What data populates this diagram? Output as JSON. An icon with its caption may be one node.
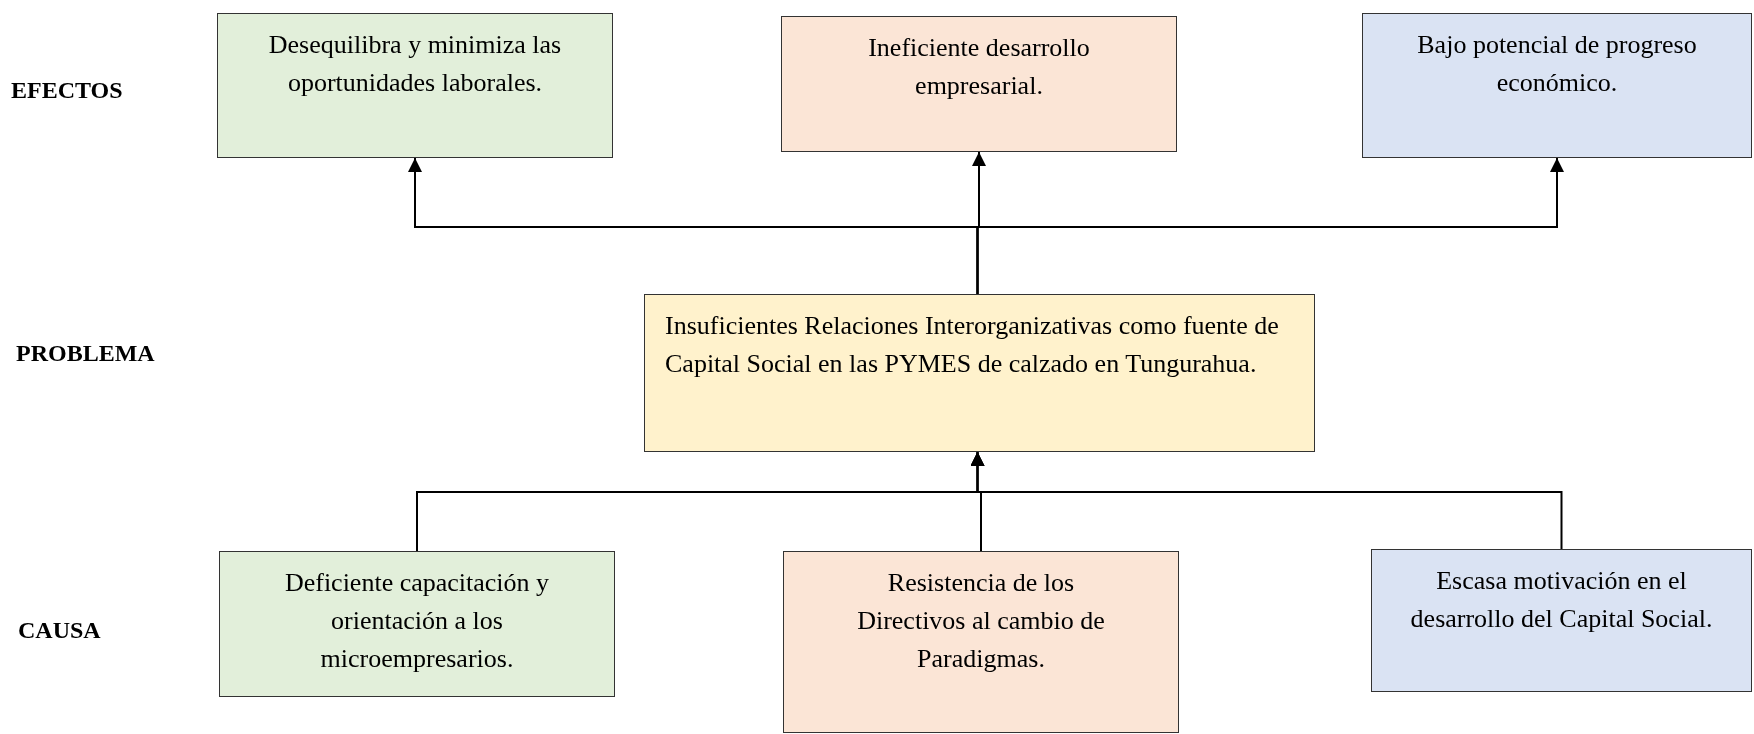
{
  "diagram": {
    "nodes": [
      {
        "text": [
          "Desequilibra y minimiza las oportunidades laborales."
        ]
      },
      {
        "text": [
          "Ineficiente desarrollo empresarial."
        ]
      },
      {
        "text": [
          "Bajo potencial de progreso económico."
        ]
      },
      {
        "text": [
          "Insuficientes Relaciones Interorganizativas como fuente de Capital Social en las PYMES de calzado en Tungurahua."
        ]
      },
      {
        "text": [
          "Deficiente capacitación y orientación a los microempresarios."
        ]
      },
      {
        "text": [
          "Resistencia de los Directivos al cambio de Paradigmas."
        ]
      },
      {
        "text": [
          "Escasa motivación en el desarrollo del Capital Social."
        ]
      }
    ],
    "edges": [
      {
        "from": 3,
        "to": 0,
        "arrow": "to"
      },
      {
        "from": 3,
        "to": 1,
        "arrow": "to"
      },
      {
        "from": 3,
        "to": 2,
        "arrow": "to"
      },
      {
        "from": 4,
        "to": 3,
        "arrow": "to"
      },
      {
        "from": 5,
        "to": 3,
        "arrow": "to"
      },
      {
        "from": 6,
        "to": 3,
        "arrow": "to"
      }
    ],
    "labels": [
      "EFECTOS",
      "PROBLEMA",
      "CAUSA"
    ]
  }
}
